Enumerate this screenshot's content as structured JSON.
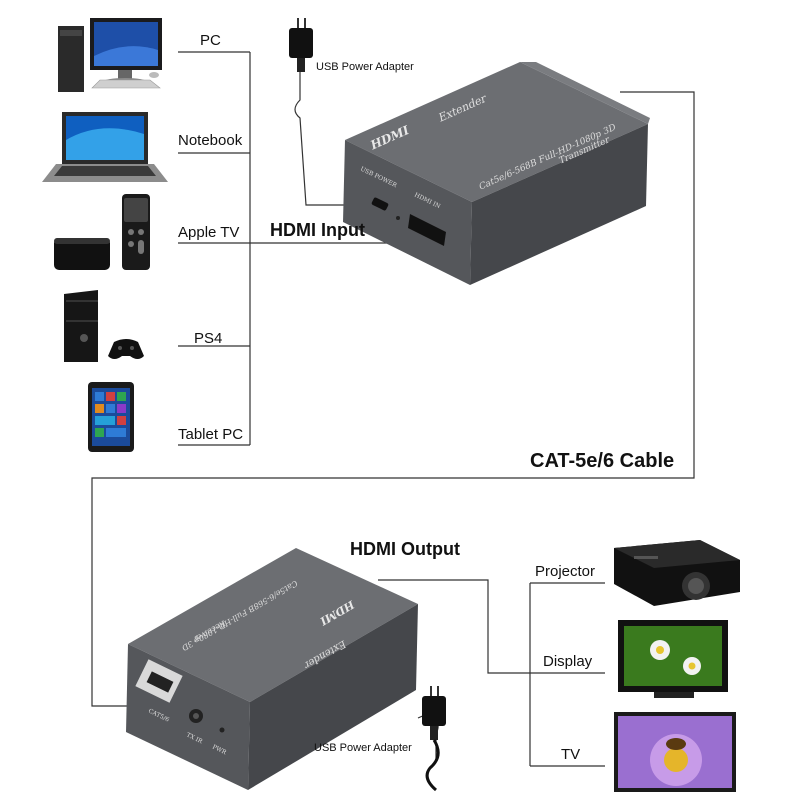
{
  "sources": [
    {
      "label": "PC",
      "icon": "pc-icon"
    },
    {
      "label": "Notebook",
      "icon": "notebook-icon"
    },
    {
      "label": "Apple TV",
      "icon": "apple-tv-icon"
    },
    {
      "label": "PS4",
      "icon": "ps4-icon"
    },
    {
      "label": "Tablet PC",
      "icon": "tablet-icon"
    }
  ],
  "outputs": [
    {
      "label": "Projector",
      "icon": "projector-icon"
    },
    {
      "label": "Display",
      "icon": "display-icon"
    },
    {
      "label": "TV",
      "icon": "tv-icon"
    }
  ],
  "labels": {
    "hdmi_input": "HDMI Input",
    "hdmi_output": "HDMI Output",
    "cable": "CAT-5e/6 Cable",
    "usb_adapter_top": "USB Power Adapter",
    "usb_adapter_bottom": "USB Power Adapter"
  },
  "transmitter": {
    "brand": "HDMI",
    "model": "Extender",
    "spec": "Cat5e/6-568B Full-HD-1080p 3D",
    "role": "Transmitter",
    "port_usb": "USB POWER",
    "port_hdmi": "HDMI IN"
  },
  "receiver": {
    "brand": "HDMI",
    "model": "Extender",
    "spec": "Cat5e/6-568B Full-HD-1080p 3D",
    "role": "Receiver",
    "port_cat": "CAT5/6",
    "port_ir": "TX IR",
    "port_pwr": "PWR"
  },
  "colors": {
    "device_dark": "#3e3f42",
    "device_face": "#5a5c60",
    "device_top": "#6d6f73",
    "line": "#222222"
  }
}
